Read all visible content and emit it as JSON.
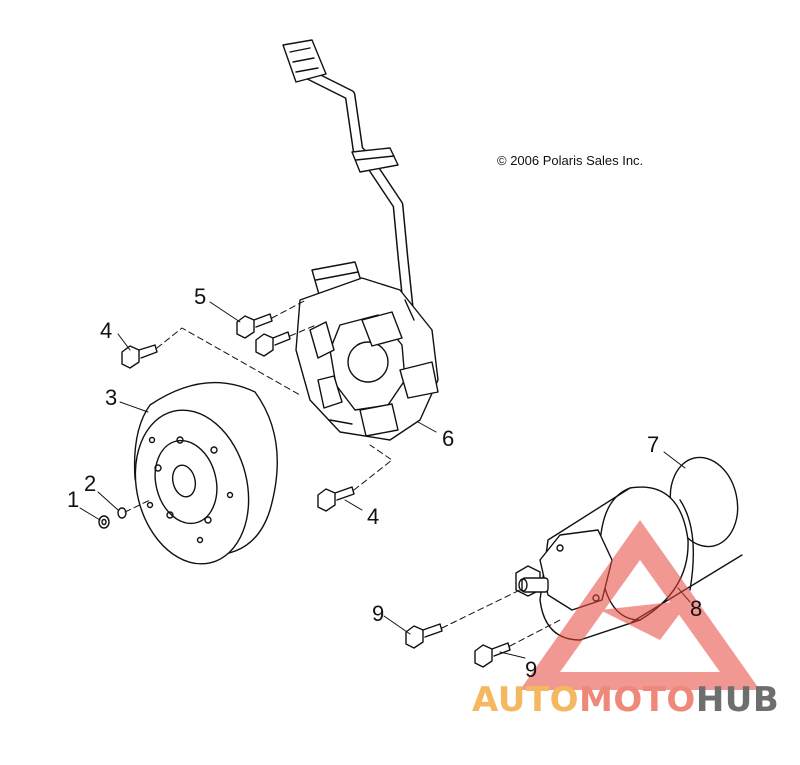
{
  "copyright": "© 2006 Polaris Sales Inc.",
  "callouts": {
    "c1": "1",
    "c2": "2",
    "c3": "3",
    "c4a": "4",
    "c4b": "4",
    "c5": "5",
    "c6": "6",
    "c7": "7",
    "c8": "8",
    "c9a": "9",
    "c9b": "9"
  },
  "watermark": {
    "part1": "AUTO",
    "part2": "MOTO",
    "part3": "HUB",
    "colors": {
      "auto": "#f4b860",
      "moto": "#f0887a",
      "hub": "#6e6e6e",
      "triangle": "#e8453c"
    }
  }
}
